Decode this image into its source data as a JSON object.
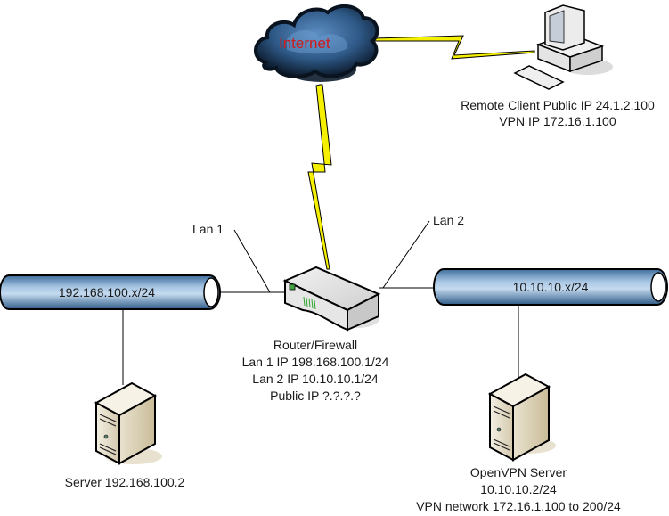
{
  "diagram": {
    "internet": {
      "label": "Internet",
      "label_color": "#d11a1a"
    },
    "remote_client": {
      "lines": [
        "Remote Client Public IP 24.1.2.100",
        "VPN IP 172.16.1.100"
      ]
    },
    "router": {
      "lines": [
        "Router/Firewall",
        "Lan 1 IP 198.168.100.1/24",
        "Lan 2 IP 10.10.10.1/24",
        "Public IP ?.?.?.?"
      ]
    },
    "lan1": {
      "callout": "Lan 1",
      "network": "192.168.100.x/24"
    },
    "lan2": {
      "callout": "Lan 2",
      "network": "10.10.10.x/24"
    },
    "server": {
      "lines": [
        "Server 192.168.100.2"
      ]
    },
    "openvpn_server": {
      "lines": [
        "OpenVPN Server",
        "10.10.10.2/24",
        "VPN network 172.16.1.100 to 200/24"
      ]
    },
    "colors": {
      "wan_link": "#f5f000",
      "pipe": "#7aa6cf",
      "cloud": "#24476e",
      "device_body": "#e8e2d2"
    }
  }
}
